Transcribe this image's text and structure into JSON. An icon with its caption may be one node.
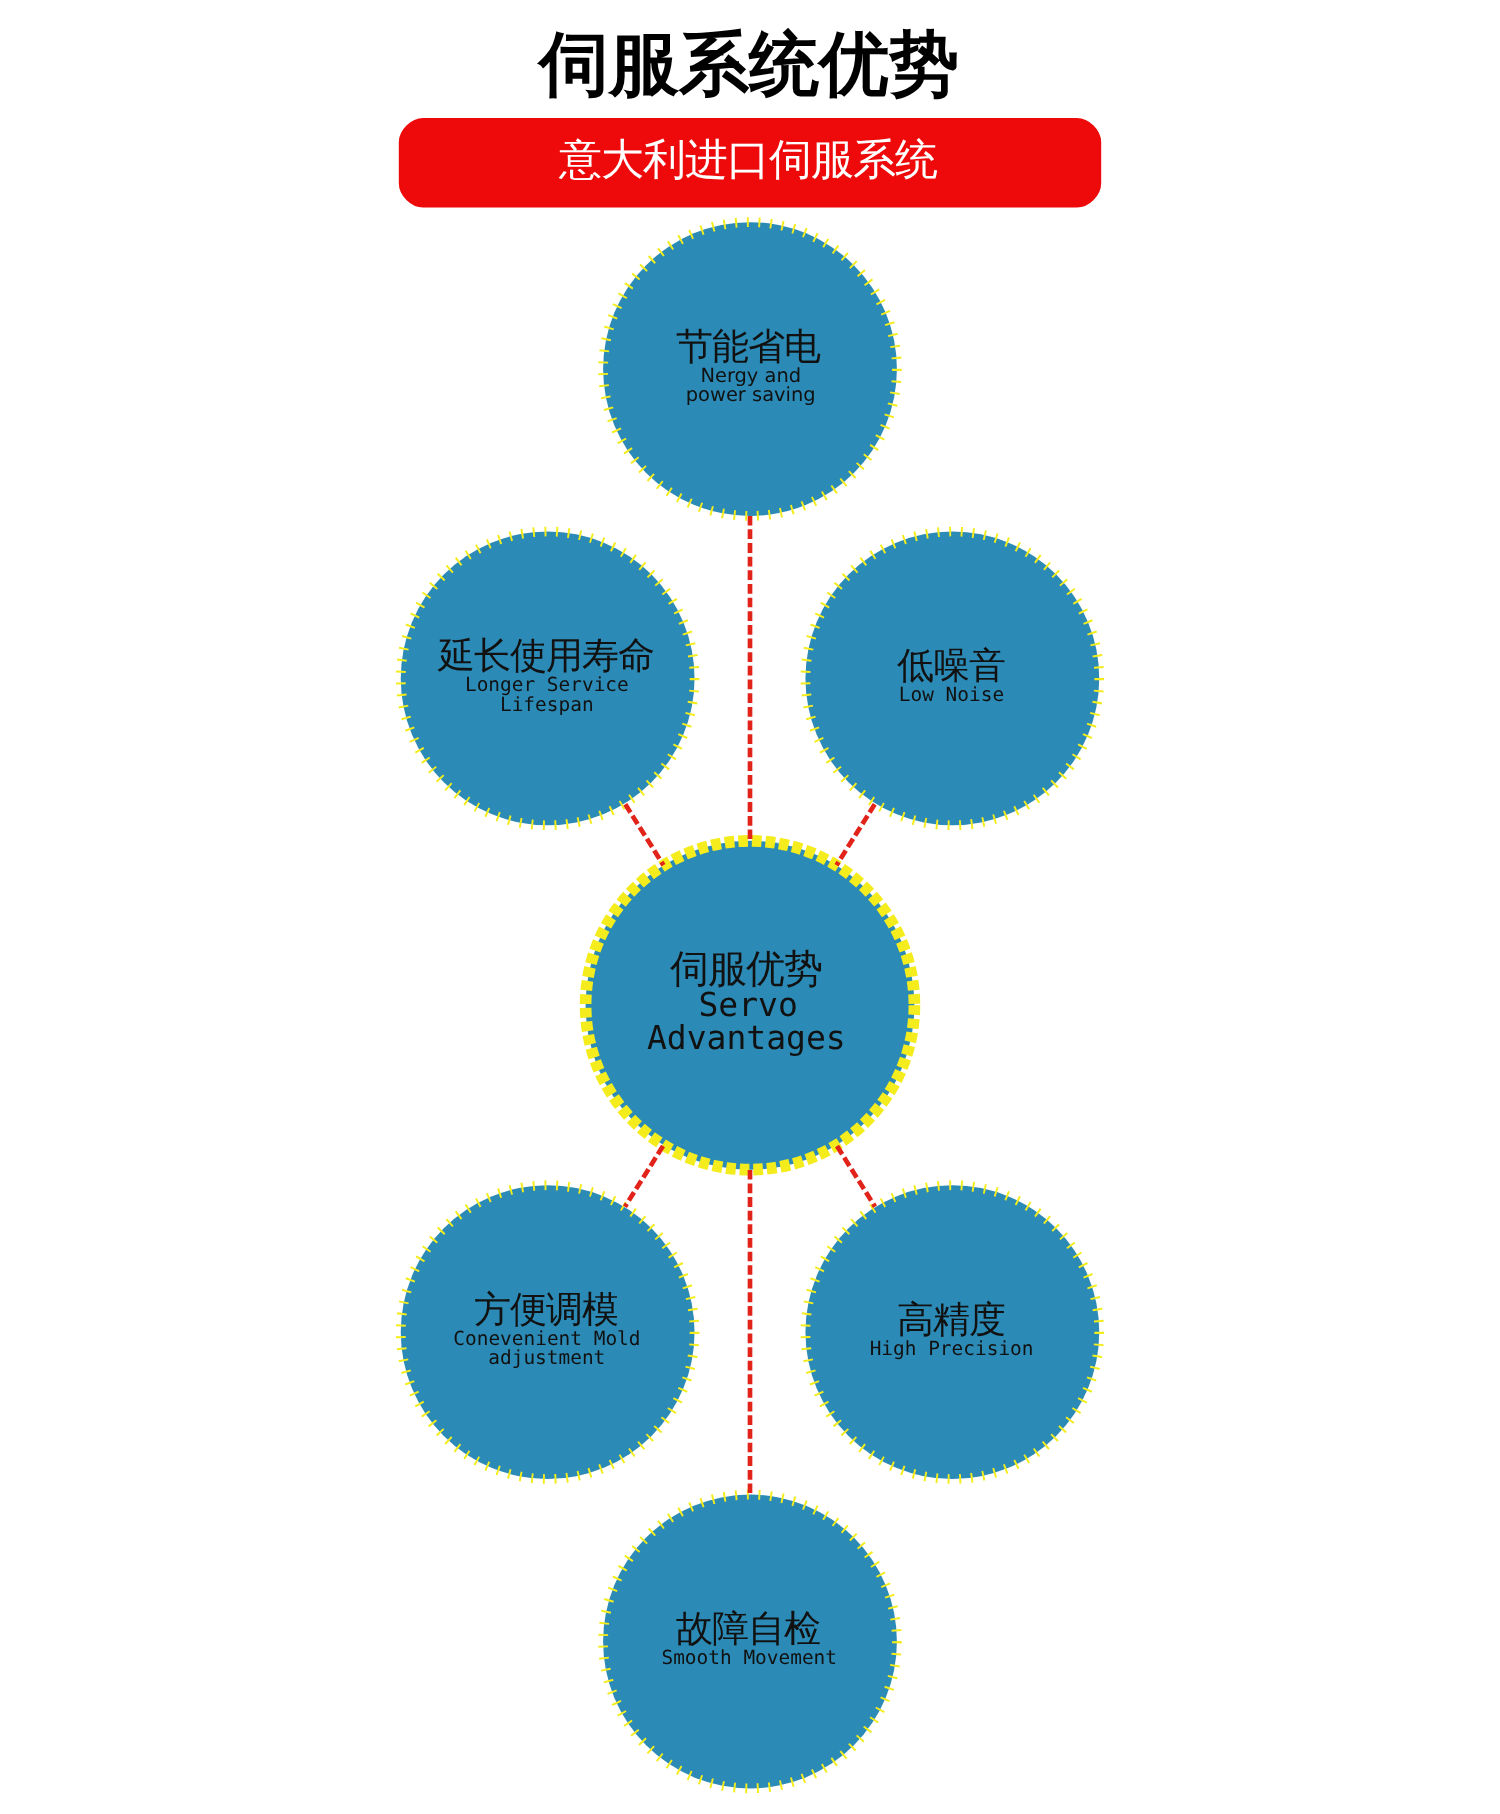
{
  "diagram": {
    "title": "伺服系统优势",
    "nodes": [
      {
        "text": [
          "意大利进口伺服系统"
        ]
      },
      {
        "text": [
          "节能省电",
          "Nergy and power saving"
        ]
      },
      {
        "text": [
          "延长使用寿命",
          "Longer Service Lifespan"
        ]
      },
      {
        "text": [
          "低噪音",
          "Low Noise"
        ]
      },
      {
        "text": [
          "伺服优势",
          "Servo Advantages"
        ]
      },
      {
        "text": [
          "方便调模",
          "Conevenient Mold adjustment"
        ]
      },
      {
        "text": [
          "高精度",
          "High Precision"
        ]
      },
      {
        "text": [
          "故障自检",
          "Smooth Movement"
        ]
      }
    ],
    "edges": [
      {
        "from": 2,
        "to": 4,
        "arrow": "none",
        "style": "dashed"
      },
      {
        "from": 1,
        "to": 4,
        "arrow": "none",
        "style": "dashed"
      },
      {
        "from": 3,
        "to": 4,
        "arrow": "none",
        "style": "dashed"
      },
      {
        "from": 4,
        "to": 5,
        "arrow": "none",
        "style": "dashed"
      },
      {
        "from": 4,
        "to": 7,
        "arrow": "none",
        "style": "dashed"
      },
      {
        "from": 4,
        "to": 6,
        "arrow": "none",
        "style": "dashed"
      }
    ]
  }
}
